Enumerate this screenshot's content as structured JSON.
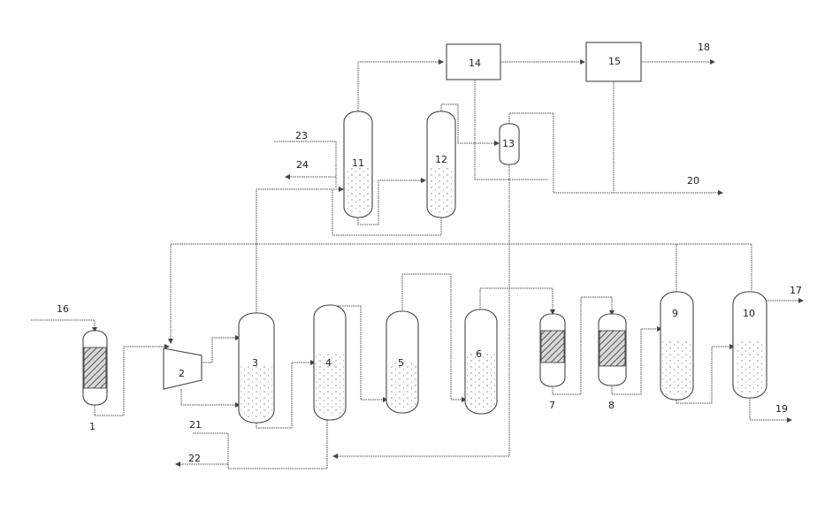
{
  "equipment": [
    {
      "id": "r1",
      "label": "1"
    },
    {
      "id": "c2",
      "label": "2"
    },
    {
      "id": "t3",
      "label": "3"
    },
    {
      "id": "t4",
      "label": "4"
    },
    {
      "id": "t5",
      "label": "5"
    },
    {
      "id": "t6",
      "label": "6"
    },
    {
      "id": "r7",
      "label": "7"
    },
    {
      "id": "r8",
      "label": "8"
    },
    {
      "id": "t9",
      "label": "9"
    },
    {
      "id": "t10",
      "label": "10"
    },
    {
      "id": "t11",
      "label": "11"
    },
    {
      "id": "t12",
      "label": "12"
    },
    {
      "id": "t13",
      "label": "13"
    },
    {
      "id": "b14",
      "label": "14"
    },
    {
      "id": "b15",
      "label": "15"
    }
  ],
  "streams": {
    "s16": "16",
    "s17": "17",
    "s18": "18",
    "s19": "19",
    "s20": "20",
    "s21": "21",
    "s22": "22",
    "s23": "23",
    "s24": "24"
  }
}
